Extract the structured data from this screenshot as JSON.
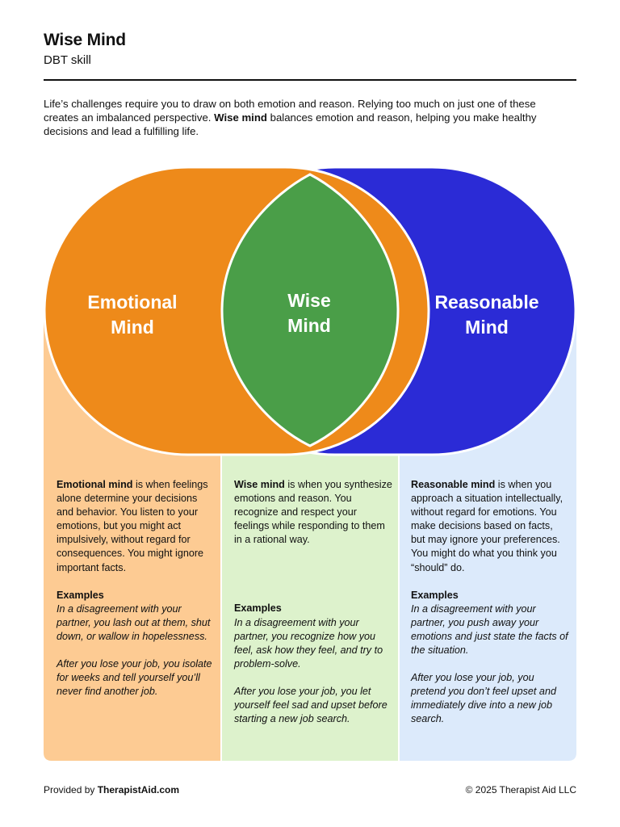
{
  "header": {
    "title": "Wise Mind",
    "subtitle": "DBT skill"
  },
  "intro": {
    "text_before": "Life’s challenges require you to draw on both emotion and reason. Relying too much on just one of these creates an imbalanced perspective. ",
    "bold": "Wise mind",
    "text_after": " balances emotion and reason, helping you make healthy decisions and lead a fulfilling life."
  },
  "diagram": {
    "colors": {
      "emotional": "#EE8A1A",
      "wise": "#4A9E48",
      "reasonable": "#2B2BD6",
      "emotional_panel": "#FDCB93",
      "wise_panel": "#DDF2CC",
      "reasonable_panel": "#DCEAFB"
    },
    "emotional": {
      "line1": "Emotional",
      "line2": "Mind"
    },
    "wise": {
      "line1": "Wise",
      "line2": "Mind"
    },
    "reasonable": {
      "line1": "Reasonable",
      "line2": "Mind"
    }
  },
  "columns": [
    {
      "term": "Emotional mind",
      "definition": " is when feelings alone determine your decisions and behavior. You listen to your emotions, but you might act impulsively, without regard for consequences. You might ignore important facts.",
      "examples_heading": "Examples",
      "example1": "In a disagreement with your partner, you lash out at them, shut down, or wallow in hopelessness.",
      "example2": "After you lose your job, you isolate for weeks and tell yourself you’ll never find another job."
    },
    {
      "term": "Wise mind",
      "definition": " is when you synthesize emotions and reason. You recognize and respect your feelings while responding to them in a rational way.",
      "examples_heading": "Examples",
      "example1": "In a disagreement with your partner, you recognize how you feel, ask how they feel, and try to problem-solve.",
      "example2": "After you lose your job, you let yourself feel sad and upset before starting a new job search."
    },
    {
      "term": "Reasonable mind",
      "definition": " is when you approach a situation intellectually, without regard for emotions. You make decisions based on facts, but may ignore your preferences. You might do what you think you “should” do.",
      "examples_heading": "Examples",
      "example1": "In a disagreement with your partner, you push away your emotions and just state the facts of the situation.",
      "example2": "After you lose your job, you pretend you don’t feel upset and immediately dive into a new job search."
    }
  ],
  "footer": {
    "provided_prefix": "Provided by ",
    "provided_brand": "TherapistAid.com",
    "copyright": "© 2025 Therapist Aid LLC"
  }
}
